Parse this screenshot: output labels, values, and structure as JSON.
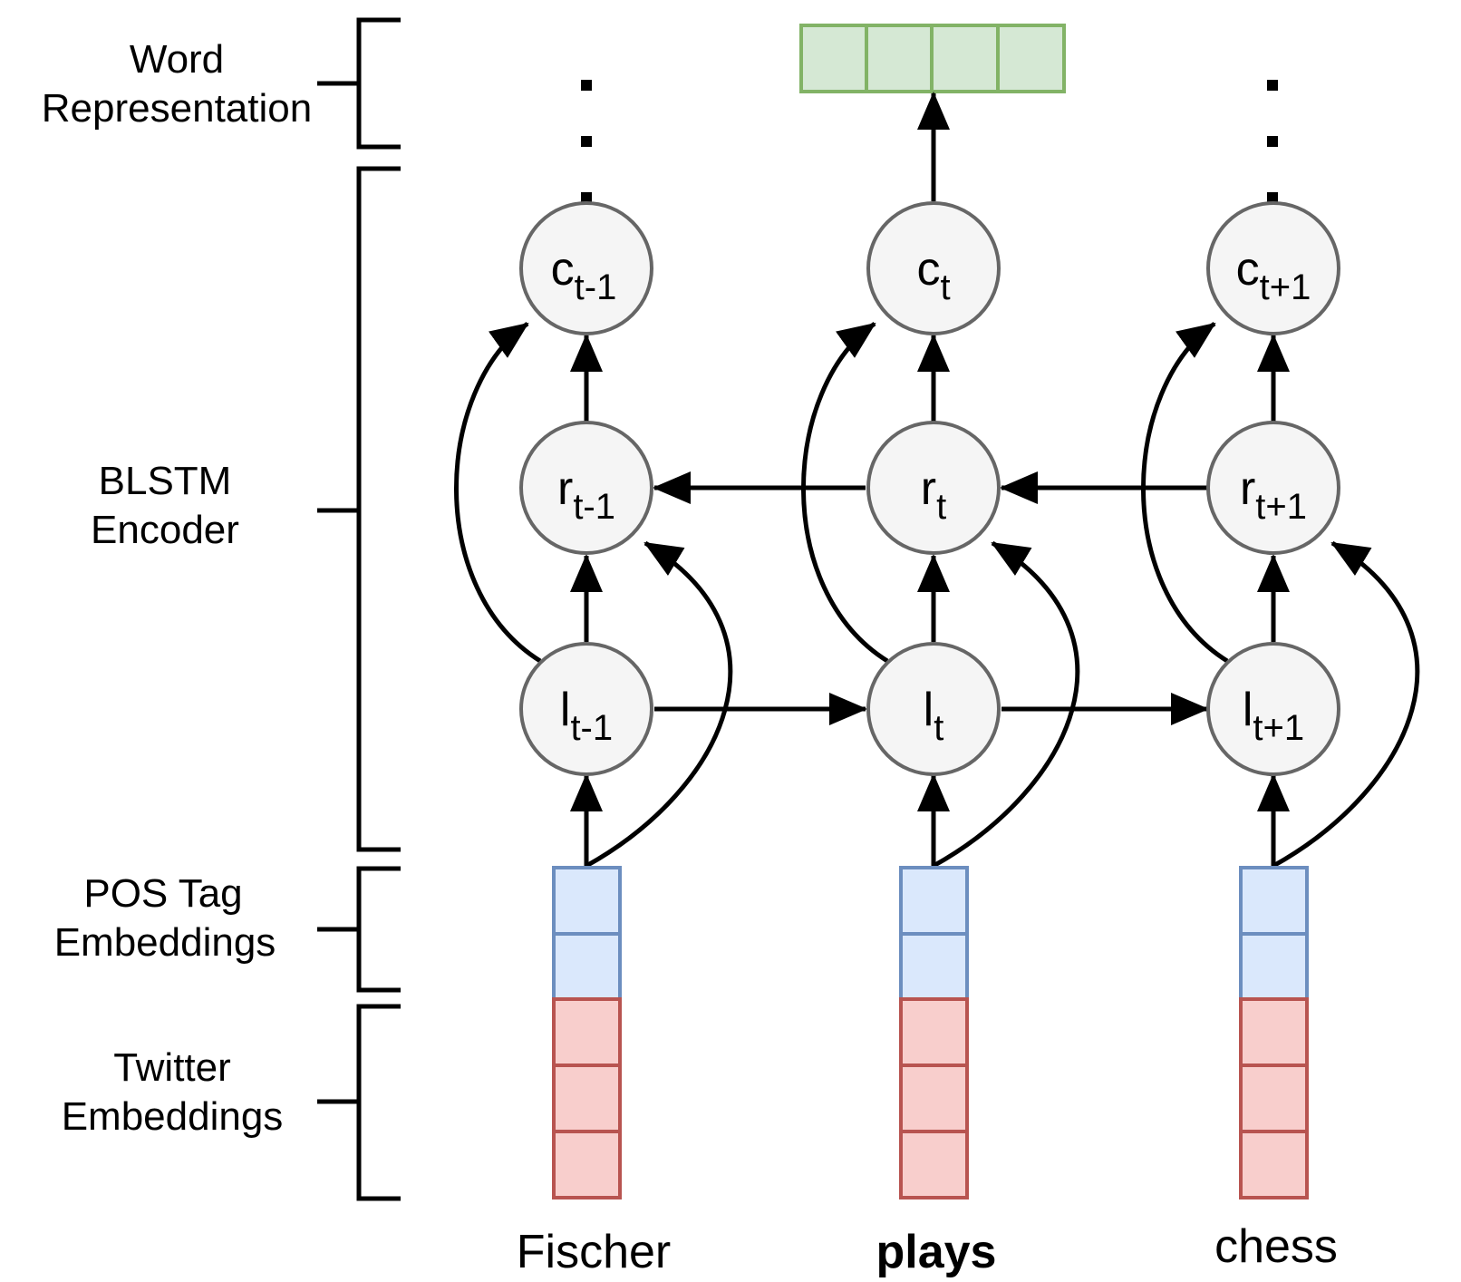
{
  "colors": {
    "node_fill": "#f5f5f5",
    "node_stroke": "#666666",
    "word_rep_fill": "#d5e8d4",
    "word_rep_stroke": "#82b366",
    "pos_fill": "#dae8fc",
    "pos_stroke": "#6c8ebf",
    "twitter_fill": "#f8cecc",
    "twitter_stroke": "#b85450",
    "line": "#000000"
  },
  "sections": {
    "word_rep": [
      "Word",
      "Representation"
    ],
    "blstm": [
      "BLSTM",
      "Encoder"
    ],
    "pos": [
      "POS Tag",
      "Embeddings"
    ],
    "twitter": [
      "Twitter",
      "Embeddings"
    ]
  },
  "nodes": {
    "c_prev": {
      "main": "c",
      "sub": "t-1"
    },
    "c_cur": {
      "main": "c",
      "sub": "t"
    },
    "c_next": {
      "main": "c",
      "sub": "t+1"
    },
    "r_prev": {
      "main": "r",
      "sub": "t-1"
    },
    "r_cur": {
      "main": "r",
      "sub": "t"
    },
    "r_next": {
      "main": "r",
      "sub": "t+1"
    },
    "l_prev": {
      "main": "l",
      "sub": "t-1"
    },
    "l_cur": {
      "main": "l",
      "sub": "t"
    },
    "l_next": {
      "main": "l",
      "sub": "t+1"
    }
  },
  "words": [
    "Fischer",
    "plays",
    "chess"
  ]
}
